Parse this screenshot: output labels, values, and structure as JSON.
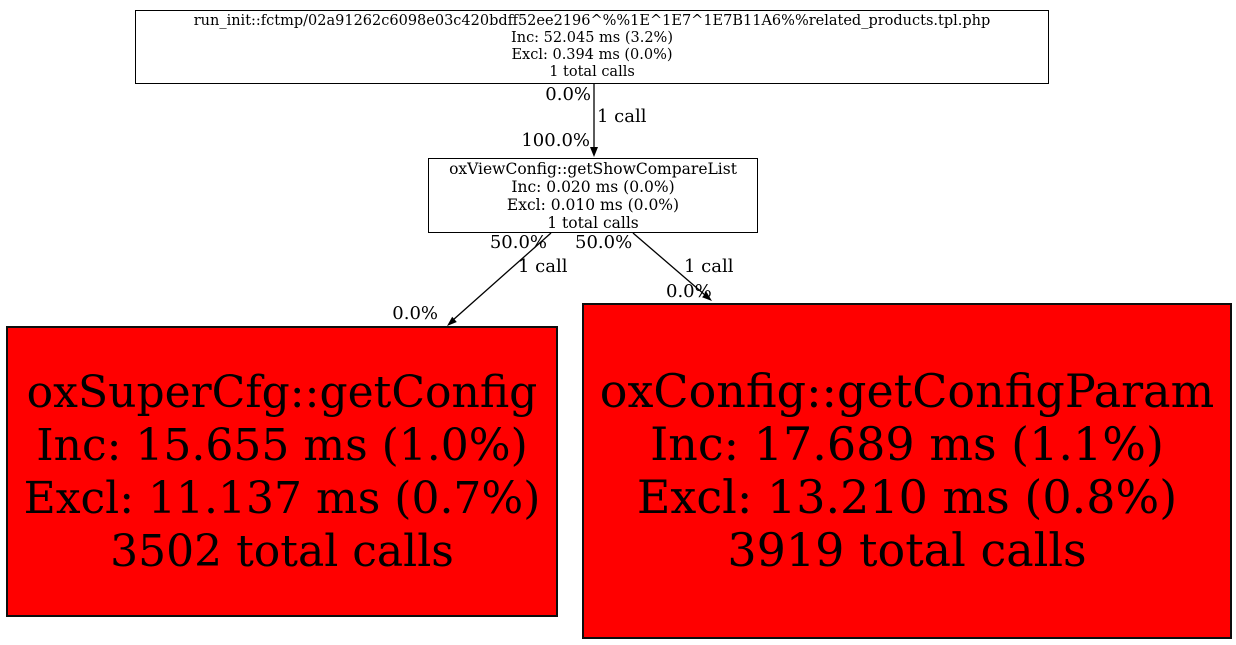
{
  "colors": {
    "background": "#ffffff",
    "node_fill_default": "#ffffff",
    "node_fill_hot": "#ff0000",
    "node_border": "#000000",
    "edge": "#000000",
    "text": "#000000"
  },
  "nodes": {
    "run_init": {
      "title": "run_init::fctmp/02a91262c6098e03c420bdff52ee2196^%%1E^1E7^1E7B11A6%%related_products.tpl.php",
      "inc": "Inc: 52.045 ms (3.2%)",
      "excl": "Excl: 0.394 ms (0.0%)",
      "calls": "1 total calls"
    },
    "get_show_compare_list": {
      "title": "oxViewConfig::getShowCompareList",
      "inc": "Inc: 0.020 ms (0.0%)",
      "excl": "Excl: 0.010 ms (0.0%)",
      "calls": "1 total calls"
    },
    "get_config": {
      "title": "oxSuperCfg::getConfig",
      "inc": "Inc: 15.655 ms (1.0%)",
      "excl": "Excl: 11.137 ms (0.7%)",
      "calls": "3502 total calls"
    },
    "get_config_param": {
      "title": "oxConfig::getConfigParam",
      "inc": "Inc: 17.689 ms (1.1%)",
      "excl": "Excl: 13.210 ms (0.8%)",
      "calls": "3919 total calls"
    }
  },
  "edges": {
    "root_to_compare": {
      "pct_source": "0.0%",
      "calls": "1 call",
      "pct_target": "100.0%"
    },
    "compare_to_get_config": {
      "pct_source": "50.0%",
      "calls": "1 call",
      "pct_target": "0.0%"
    },
    "compare_to_get_config_param": {
      "pct_source": "50.0%",
      "calls": "1 call",
      "pct_target": "0.0%"
    }
  }
}
